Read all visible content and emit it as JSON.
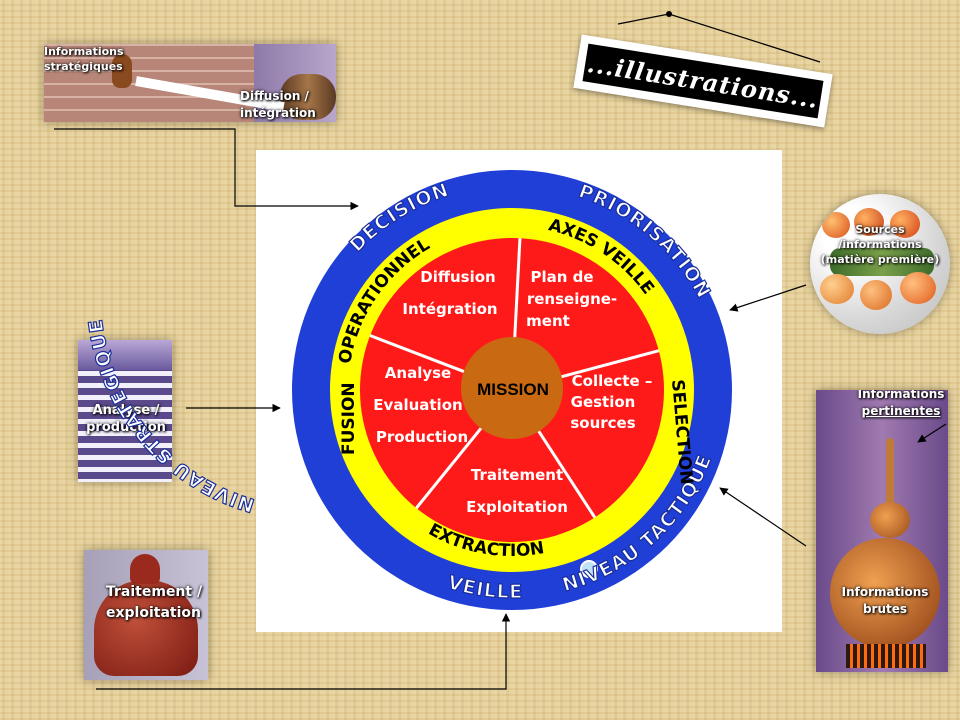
{
  "banner": {
    "text": "...illustrations..."
  },
  "photos": {
    "brick": {
      "line1": "Informations",
      "line2": "stratégiques",
      "line3": "Diffusion /",
      "line4": "intégration"
    },
    "apricot": {
      "line1": "Sources /informations",
      "line2": "(matière première)"
    },
    "stack": {
      "line1": "Analyse /",
      "line2": "production"
    },
    "still": {
      "line1": "Informations",
      "line2": "pertinentes",
      "line3": "Informations",
      "line4": "brutes"
    },
    "pot": {
      "line1": "Traitement /",
      "line2": "exploitation"
    }
  },
  "wheel": {
    "outer": {
      "priorisation": "PRIORISATION",
      "decision": "DECISION",
      "niveau_strategique": "NIVEAU STRATEGIQUE",
      "niveau_tactique": "NIVEAU TACTIQUE",
      "veille": "VEILLE"
    },
    "middle": {
      "operationnel": "OPERATIONNEL",
      "axes_veille": "AXES VEILLE",
      "selection": "SELECTION",
      "extraction": "EXTRACTION",
      "fusion": "FUSION"
    },
    "segments": {
      "diffusion": [
        "Diffusion",
        "Intégration"
      ],
      "plan": [
        "Plan de",
        "renseigne-",
        "ment"
      ],
      "collecte": [
        "Collecte –",
        "Gestion",
        "sources"
      ],
      "traitement": [
        "Traitement",
        "Exploitation"
      ],
      "analyse": [
        "Analyse",
        "Evaluation",
        "Production"
      ]
    },
    "center": "MISSION"
  },
  "colors": {
    "blue": "#1f3fd6",
    "yellow": "#ffff00",
    "red": "#ff1a1a",
    "center": "#c96a12"
  }
}
